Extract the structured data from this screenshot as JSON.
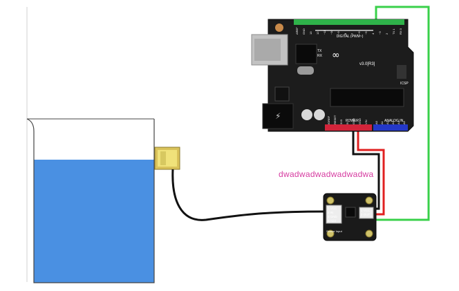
{
  "arduino": {
    "digital_header_label": "DIGITAL (PWM~)",
    "digital_pins": [
      "AREF",
      "GND",
      "13",
      "12",
      "~11",
      "~10",
      "~9",
      "8",
      "7",
      "~6",
      "~5",
      "4",
      "~3",
      "2",
      "TX 1",
      "RX 0"
    ],
    "tx_label": "TX",
    "rx_label": "RX",
    "logo_text": "v3.0[R3]",
    "icsp_label": "ICSP",
    "power_label": "POWER",
    "power_pins": [
      "IOREF",
      "RESET",
      "3V3",
      "5V",
      "GND",
      "GND",
      "VIN"
    ],
    "analog_label": "ANALOG IN",
    "analog_pins": [
      "A0",
      "A1",
      "A2",
      "A3",
      "A4",
      "A5"
    ]
  },
  "sensor_board": {
    "pins_left": [
      "VCC",
      "IN",
      "GND",
      "ADJ"
    ],
    "pins_left_numbers": [
      "1",
      "2",
      "3",
      "4"
    ],
    "pins_right": [
      "VCC",
      "OUT"
    ],
    "pins_right_numbers": [
      "1",
      "2"
    ],
    "footer_label": "Sensor Input"
  },
  "annotation": "dwadwadwadwadwadwa",
  "colors": {
    "water": "#4a90e2",
    "board": "#1c1c1c",
    "wire_red": "#e02020",
    "wire_black": "#111111",
    "wire_green": "#39d04a",
    "annotation": "#d63aa0",
    "probe": "#e8dc6a"
  }
}
